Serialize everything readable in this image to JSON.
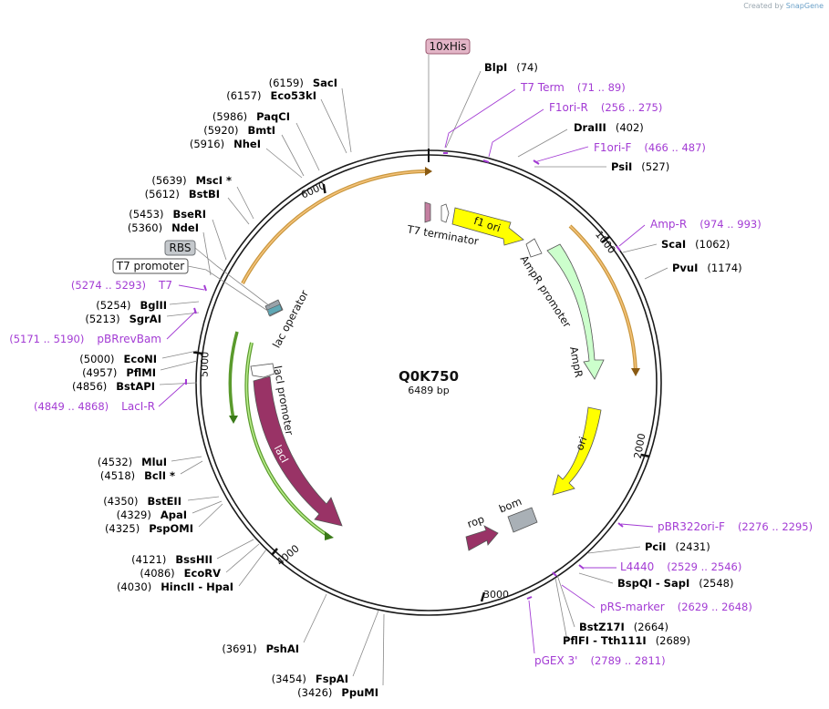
{
  "credit": {
    "prefix": "Created by",
    "brand": "SnapGene"
  },
  "plasmid": {
    "name": "Q0K750",
    "length": 6489,
    "length_label": "6489 bp"
  },
  "scale_ticks": [
    {
      "pos": 1000,
      "label": "1000"
    },
    {
      "pos": 2000,
      "label": "2000"
    },
    {
      "pos": 3000,
      "label": "3000"
    },
    {
      "pos": 4000,
      "label": "4000"
    },
    {
      "pos": 5000,
      "label": "5000"
    },
    {
      "pos": 6000,
      "label": "6000"
    }
  ],
  "boxed_labels": [
    {
      "text": "10xHis",
      "fill": "#e3b5c7",
      "stroke": "#9b5a72"
    },
    {
      "text": "RBS",
      "fill": "#c4c8cc",
      "stroke": "#707478"
    },
    {
      "text": "T7 promoter",
      "fill": "#ffffff",
      "stroke": "#555555"
    }
  ],
  "right_sites": [
    {
      "name": "BlpI",
      "coord": "(74)"
    },
    {
      "name": "DraIII",
      "coord": "(402)"
    },
    {
      "name": "PsiI",
      "coord": "(527)"
    },
    {
      "name": "ScaI",
      "coord": "(1062)"
    },
    {
      "name": "PvuI",
      "coord": "(1174)"
    },
    {
      "name": "PciI",
      "coord": "(2431)"
    },
    {
      "name": "BspQI  -  SapI",
      "coord": "(2548)"
    },
    {
      "name": "BstZ17I",
      "coord": "(2664)"
    },
    {
      "name": "PflFI  -  Tth111I",
      "coord": "(2689)"
    }
  ],
  "left_sites": [
    {
      "name": "SacI",
      "coord": "(6159)"
    },
    {
      "name": "Eco53kI",
      "coord": "(6157)"
    },
    {
      "name": "PaqCI",
      "coord": "(5986)"
    },
    {
      "name": "BmtI",
      "coord": "(5920)"
    },
    {
      "name": "NheI",
      "coord": "(5916)"
    },
    {
      "name": "MscI *",
      "coord": "(5639)"
    },
    {
      "name": "BstBI",
      "coord": "(5612)"
    },
    {
      "name": "BseRI",
      "coord": "(5453)"
    },
    {
      "name": "NdeI",
      "coord": "(5360)"
    },
    {
      "name": "BglII",
      "coord": "(5254)"
    },
    {
      "name": "SgrAI",
      "coord": "(5213)"
    },
    {
      "name": "EcoNI",
      "coord": "(5000)"
    },
    {
      "name": "PflMI",
      "coord": "(4957)"
    },
    {
      "name": "BstAPI",
      "coord": "(4856)"
    },
    {
      "name": "MluI",
      "coord": "(4532)"
    },
    {
      "name": "BclI *",
      "coord": "(4518)"
    },
    {
      "name": "BstEII",
      "coord": "(4350)"
    },
    {
      "name": "ApaI",
      "coord": "(4329)"
    },
    {
      "name": "PspOMI",
      "coord": "(4325)"
    },
    {
      "name": "BssHII",
      "coord": "(4121)"
    },
    {
      "name": "EcoRV",
      "coord": "(4086)"
    },
    {
      "name": "HincII  -  HpaI",
      "coord": "(4030)"
    },
    {
      "name": "PshAI",
      "coord": "(3691)"
    },
    {
      "name": "FspAI",
      "coord": "(3454)"
    },
    {
      "name": "PpuMI",
      "coord": "(3426)"
    }
  ],
  "primers": [
    {
      "name": "T7 Term",
      "coord": "(71 .. 89)"
    },
    {
      "name": "F1ori-R",
      "coord": "(256 .. 275)"
    },
    {
      "name": "F1ori-F",
      "coord": "(466 .. 487)"
    },
    {
      "name": "Amp-R",
      "coord": "(974 .. 993)"
    },
    {
      "name": "pBR322ori-F",
      "coord": "(2276 .. 2295)"
    },
    {
      "name": "L4440",
      "coord": "(2529 .. 2546)"
    },
    {
      "name": "pRS-marker",
      "coord": "(2629 .. 2648)"
    },
    {
      "name": "pGEX 3'",
      "coord": "(2789 .. 2811)"
    },
    {
      "name": "T7",
      "coord": "(5274 .. 5293)"
    },
    {
      "name": "pBRrevBam",
      "coord": "(5171 .. 5190)"
    },
    {
      "name": "LacI-R",
      "coord": "(4849 .. 4868)"
    }
  ],
  "features": [
    {
      "name": "T7 terminator",
      "color": "#c47fa0"
    },
    {
      "name": "f1 ori",
      "color": "#ffff00"
    },
    {
      "name": "AmpR promoter",
      "color": "#ffffff"
    },
    {
      "name": "AmpR",
      "color": "#ccffcc"
    },
    {
      "name": "ori",
      "color": "#ffff00"
    },
    {
      "name": "rop",
      "color": "#993366"
    },
    {
      "name": "bom",
      "color": "#a9b0b6"
    },
    {
      "name": "lacI",
      "color": "#993366"
    },
    {
      "name": "lacI promoter",
      "color": "#ffffff"
    },
    {
      "name": "lac operator",
      "color": "#5fa8b5"
    }
  ],
  "colors": {
    "backbone": "#1a1a1a",
    "primer": "#a33cd4",
    "orf_orange": "#e8a33c",
    "orf_green": "#7ec43f"
  }
}
